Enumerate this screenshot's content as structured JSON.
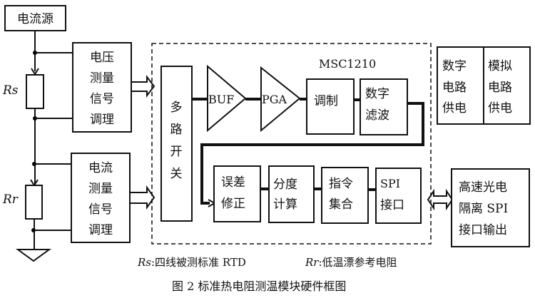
{
  "source": {
    "label": "电流源"
  },
  "resistors": {
    "rs": "Rs",
    "rr": "Rr"
  },
  "voltage_cond": {
    "lines": [
      "电压",
      "测量",
      "信号",
      "调理"
    ]
  },
  "current_cond": {
    "lines": [
      "电流",
      "测量",
      "信号",
      "调理"
    ]
  },
  "chip": {
    "label": "MSC1210"
  },
  "mux": {
    "lines": [
      "多",
      "路",
      "开",
      "关"
    ]
  },
  "buf": {
    "label": "BUF"
  },
  "pga": {
    "label": "PGA"
  },
  "modulator": {
    "label": "调制"
  },
  "filter": {
    "lines": [
      "数字",
      "滤波"
    ]
  },
  "error_corr": {
    "lines": [
      "误差",
      "修正"
    ]
  },
  "scale_calc": {
    "lines": [
      "分度",
      "计算"
    ]
  },
  "command_set": {
    "lines": [
      "指令",
      "集合"
    ]
  },
  "spi": {
    "lines": [
      "SPI",
      "接口"
    ]
  },
  "power_digital": {
    "lines": [
      "数字",
      "电路",
      "供电"
    ]
  },
  "power_analog": {
    "lines": [
      "模拟",
      "电路",
      "供电"
    ]
  },
  "isolation": {
    "lines": [
      "高速光电",
      "隔离 SPI",
      "接口输出"
    ]
  },
  "legend": {
    "rs_prefix": "Rs",
    "rs_text": ":四线被测标准 RTD",
    "rr_prefix": "Rr",
    "rr_text": ":低温漂参考电阻"
  },
  "caption": "图 2  标准热电阻测温模块硬件框图"
}
